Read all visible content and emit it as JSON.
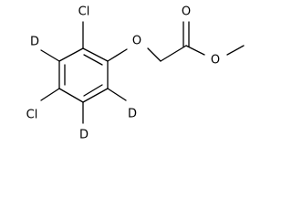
{
  "molecule": {
    "atom_labels": {
      "chlorine_top": "Cl",
      "chlorine_left": "Cl",
      "deuterium_top_left": "D",
      "deuterium_right": "D",
      "deuterium_bottom": "D",
      "ether_oxygen": "O",
      "carbonyl_oxygen": "O",
      "ester_oxygen": "O"
    }
  }
}
